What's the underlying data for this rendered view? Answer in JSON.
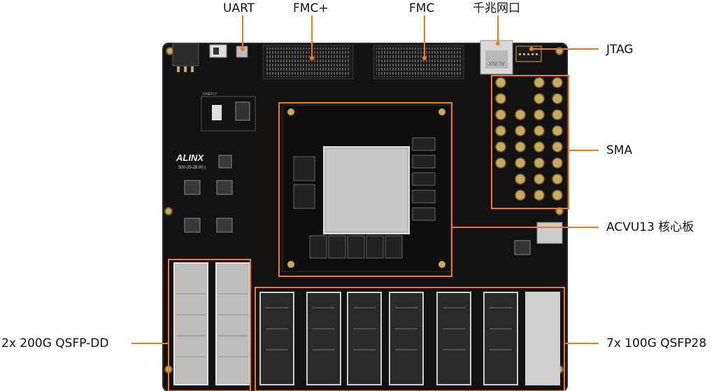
{
  "labels": {
    "uart": "UART",
    "fmc_plus": "FMC+",
    "fmc": "FMC",
    "ethernet": "千兆网口",
    "jtag": "JTAG",
    "sma": "SMA",
    "core_board": "ACVU13 核心板",
    "qsfp_dd": "2x 200G QSFP-DD",
    "qsfp28": "7x 100G QSFP28"
  },
  "board_text": {
    "brand": "ALINX",
    "model": "500-25-28.00 |",
    "firefly": "FIREFLY",
    "eth_jack": "ALINX"
  },
  "colors": {
    "pcb": "#101010",
    "callout": "#f07a1e",
    "gold": "#c9a95c"
  }
}
